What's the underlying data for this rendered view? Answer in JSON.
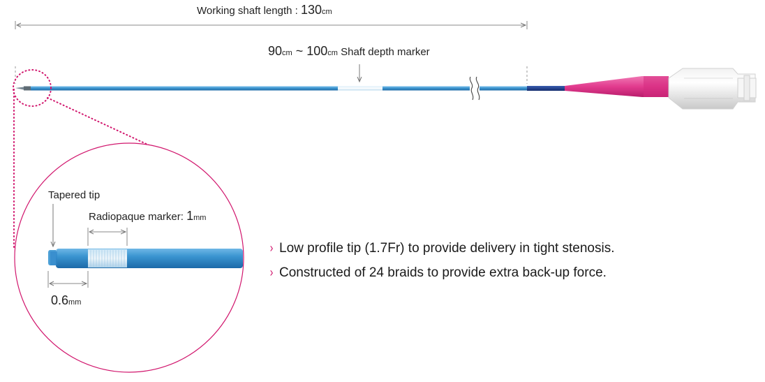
{
  "labels": {
    "working_length_text": "Working shaft length : ",
    "working_length_value": "130",
    "working_length_unit": "cm",
    "depth_from_value": "90",
    "depth_from_unit": "cm",
    "depth_tilde": " ~ ",
    "depth_to_value": "100",
    "depth_to_unit": "cm",
    "depth_text": " Shaft depth marker",
    "tapered_tip": "Tapered tip",
    "marker_text": "Radiopaque marker: ",
    "marker_value": "1",
    "marker_unit": "mm",
    "tip_value": "0.6",
    "tip_unit": "mm"
  },
  "features": [
    "Low profile tip (1.7Fr) to provide delivery in tight stenosis.",
    "Constructed of 24 braids to provide extra back-up force."
  ],
  "colors": {
    "shaft_blue": "#3d95cf",
    "shaft_navy": "#1f3f8f",
    "hub_pink": "#e23b8e",
    "accent_pink": "#d1166d",
    "dim_line": "#8a8a8a"
  }
}
